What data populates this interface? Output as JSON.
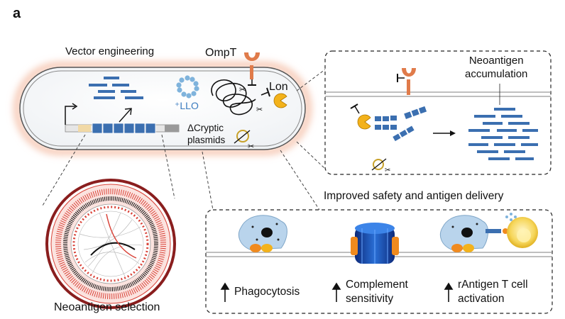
{
  "panel_letter": "a",
  "labels": {
    "vector_engineering": "Vector engineering",
    "ompt": "OmpT",
    "lon": "Lon",
    "llo": "⁺LLO",
    "cryptic_line1": "ΔCryptic",
    "cryptic_line2": "plasmids",
    "neoantigen_accumulation_line1": "Neoantigen",
    "neoantigen_accumulation_line2": "accumulation",
    "neoantigen_selection": "Neoantigen selection",
    "improved_safety": "Improved safety and antigen delivery",
    "phagocytosis": "Phagocytosis",
    "complement_line1": "Complement",
    "complement_line2": "sensitivity",
    "rantigen_line1": "rAntigen T cell",
    "rantigen_line2": "activation"
  },
  "colors": {
    "antigen_block": "#3b6fb0",
    "antigen_block_dark": "#2a5590",
    "cell_membrane": "#cccccc",
    "glow": "#f6c9b5",
    "lon_yellow": "#f3b21b",
    "ompt_orange": "#e07b4a",
    "llo_blue": "#7fb3dc",
    "circos_red": "#d9443a",
    "macrophage": "#b9d4ec",
    "tcell_yellow": "#f6d65a",
    "complement_blue": "#1f4fa8"
  }
}
